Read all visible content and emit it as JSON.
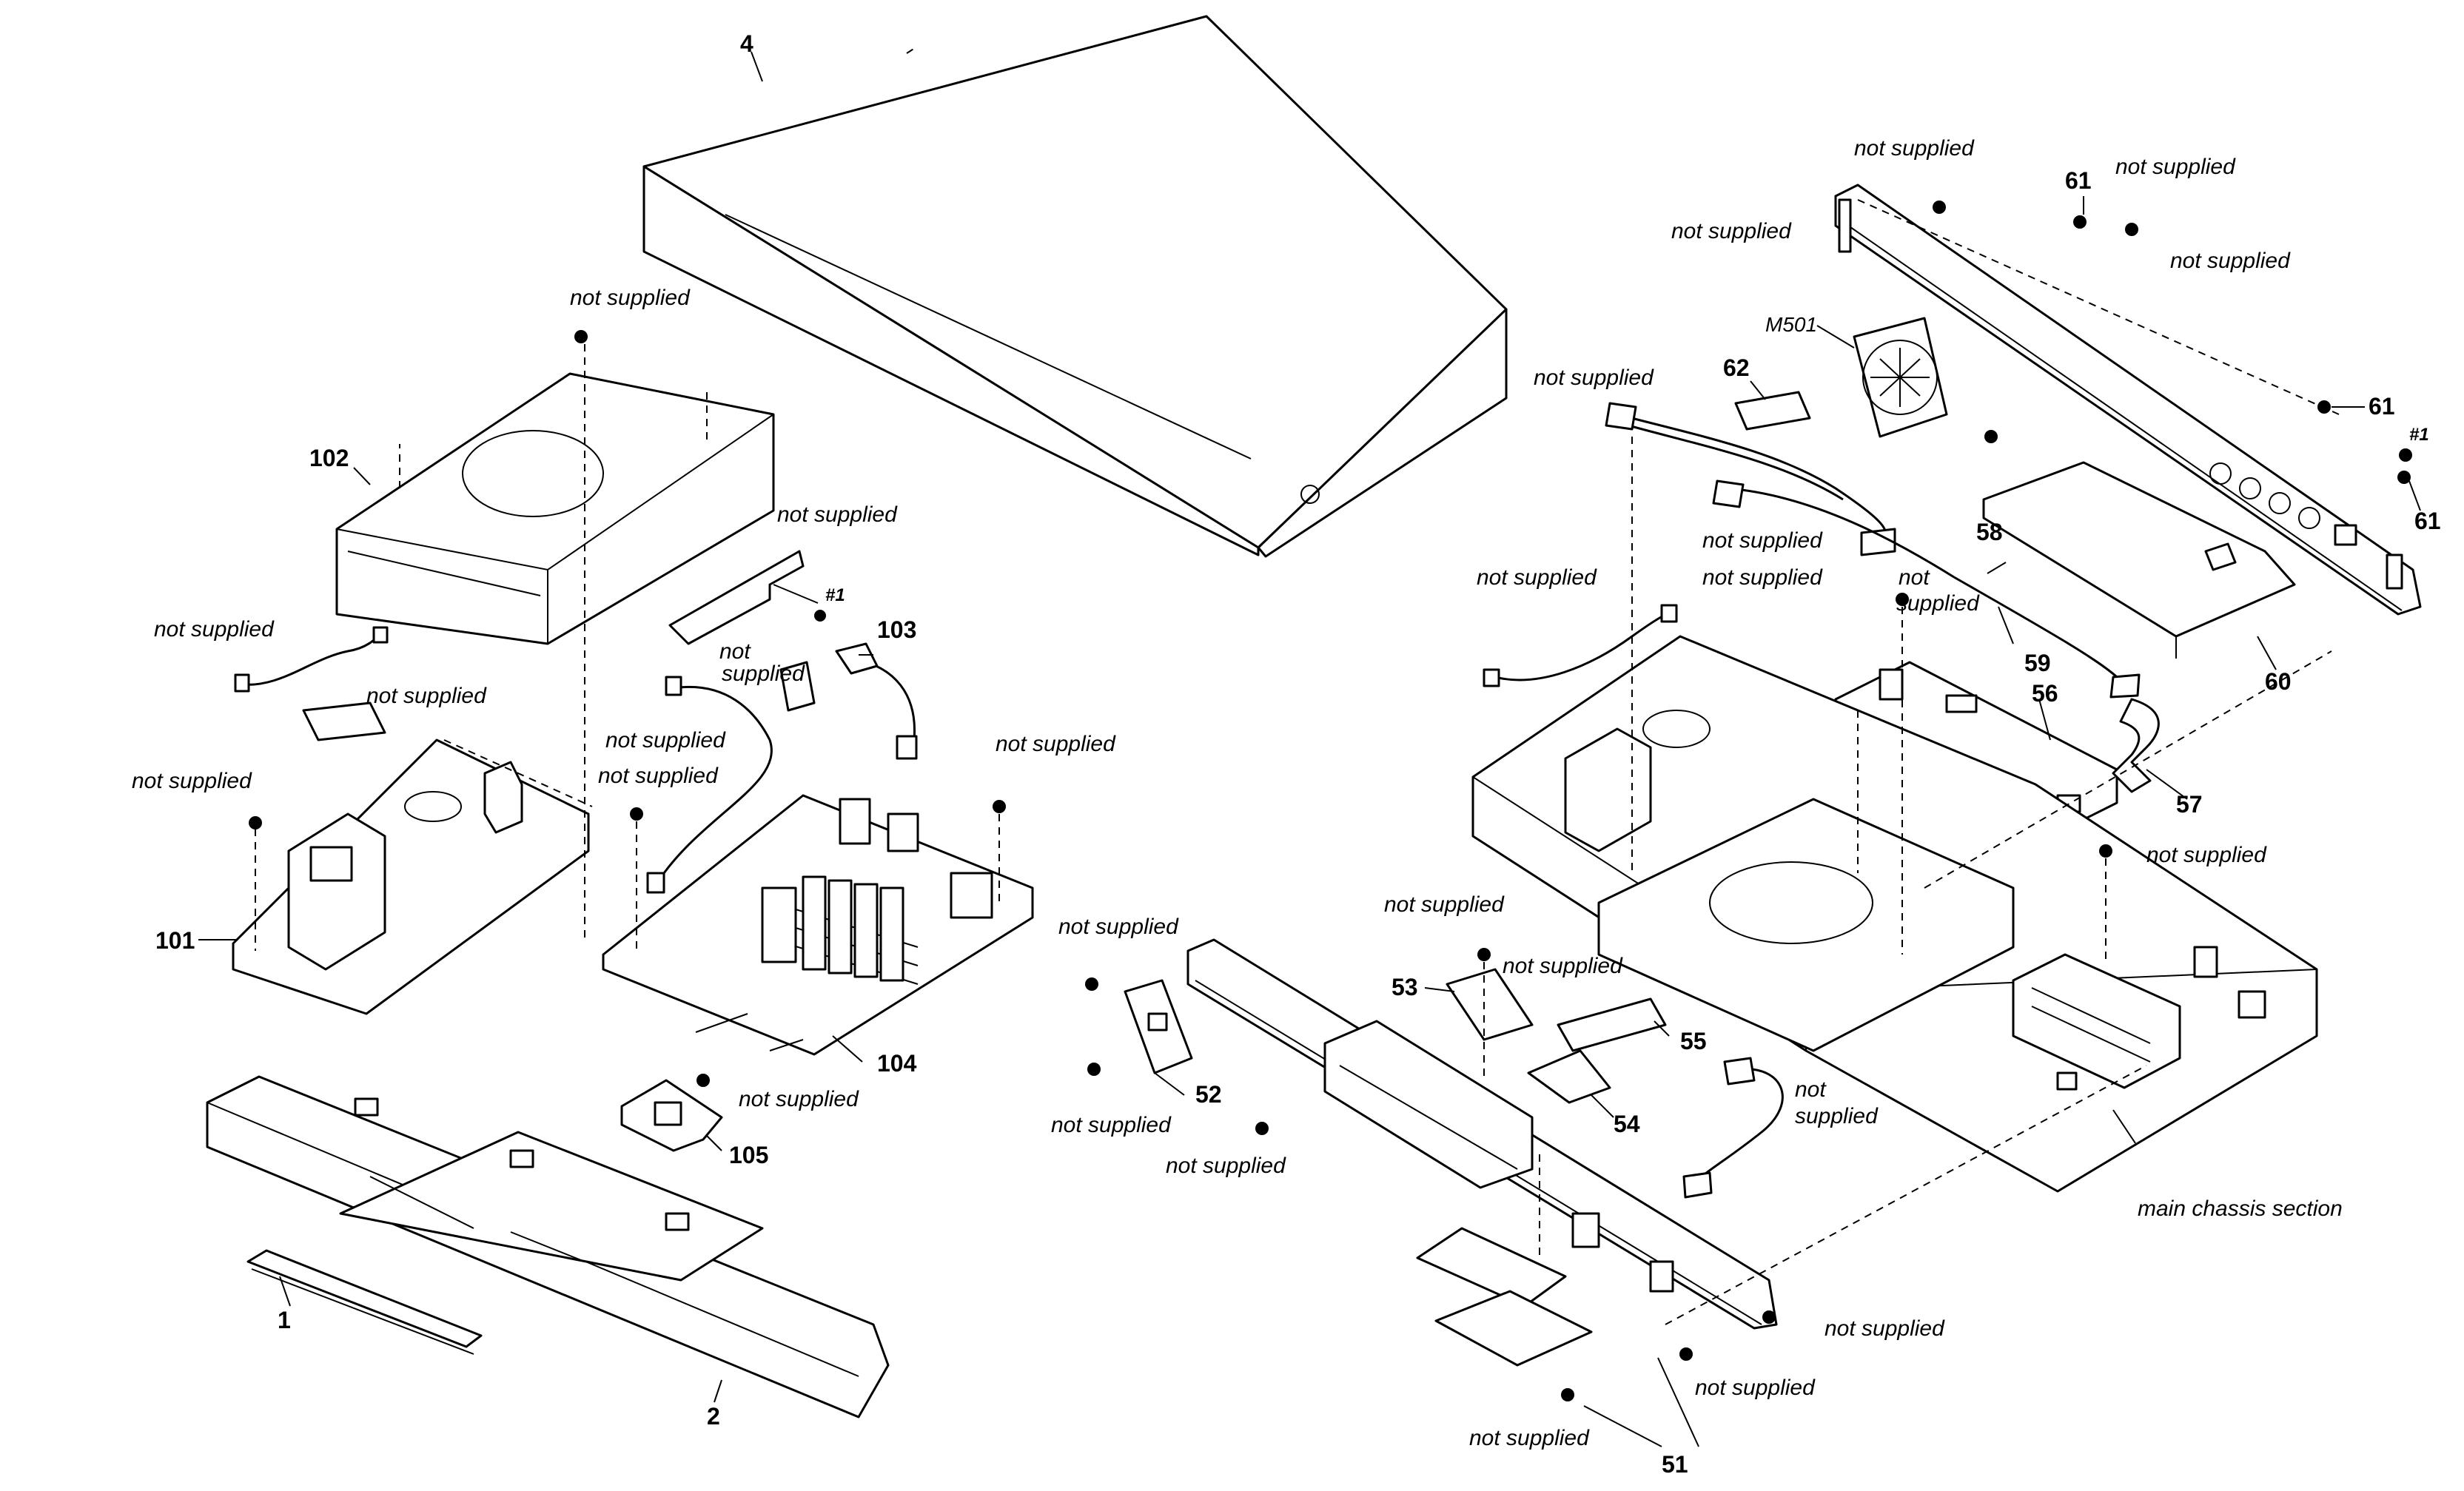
{
  "parts": {
    "p1": "1",
    "p2": "2",
    "p4": "4",
    "p51": "51",
    "p52": "52",
    "p53": "53",
    "p54": "54",
    "p55": "55",
    "p56": "56",
    "p57": "57",
    "p58": "58",
    "p59": "59",
    "p60": "60",
    "p61a": "61",
    "p61b": "61",
    "p61c": "61",
    "p62": "62",
    "p101": "101",
    "p102": "102",
    "p103": "103",
    "p104": "104",
    "p105": "105",
    "m501": "M501",
    "h1a": "#1",
    "h1b": "#1"
  },
  "notes": {
    "not_supplied": "not supplied",
    "not": "not",
    "supplied": "supplied",
    "main_chassis": "main chassis section"
  }
}
